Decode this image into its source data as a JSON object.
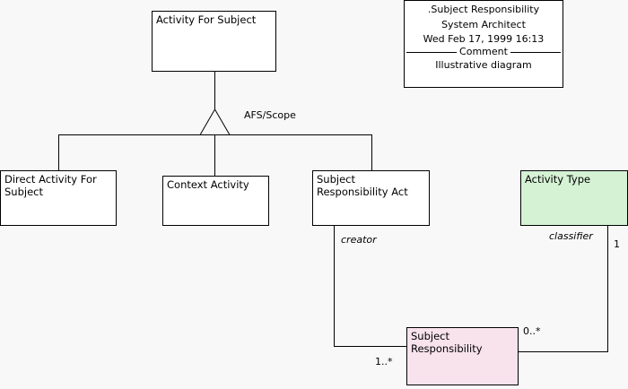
{
  "diagram": {
    "title": "Subject Responsibility",
    "background_color": "#f8f8f8",
    "line_color": "#000000"
  },
  "note": {
    "name": ".Subject Responsibility",
    "author": "System Architect",
    "timestamp": "Wed Feb 17, 1999  16:13",
    "divider_label": "Comment",
    "body": "Illustrative diagram"
  },
  "classes": [
    {
      "id": "activity-for-subject",
      "label": "Activity For Subject",
      "fill": "#ffffff"
    },
    {
      "id": "direct-activity-for-subject",
      "label": "Direct Activity For\nSubject",
      "fill": "#ffffff"
    },
    {
      "id": "context-activity",
      "label": "Context Activity",
      "fill": "#ffffff"
    },
    {
      "id": "subject-responsibility-act",
      "label": "Subject\nResponsibility Act",
      "fill": "#ffffff"
    },
    {
      "id": "activity-type",
      "label": "Activity Type",
      "fill": "#d5f2d5"
    },
    {
      "id": "subject-responsibility",
      "label": "Subject\nResponsibility",
      "fill": "#f8e2ec"
    }
  ],
  "generalization": {
    "label": "AFS/Scope"
  },
  "associations": [
    {
      "id": "creator",
      "role": "creator",
      "multiplicity": "1..*"
    },
    {
      "id": "classifier",
      "role": "classifier",
      "source_multiplicity": "1",
      "target_multiplicity": "0..*"
    }
  ]
}
